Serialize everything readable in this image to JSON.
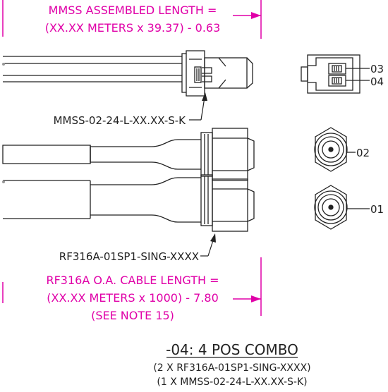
{
  "colors": {
    "dimension": "#e000a8",
    "line": "#222222",
    "background": "#ffffff"
  },
  "labels": {
    "mmss_length_line1": "MMSS ASSEMBLED LENGTH =",
    "mmss_length_line2": "(XX.XX METERS x 39.37) - 0.63",
    "mmss_part": "MMSS-02-24-L-XX.XX-S-K",
    "rf_part": "RF316A-01SP1-SING-XXXX",
    "rf_length_line1": "RF316A O.A. CABLE LENGTH =",
    "rf_length_line2": "(XX.XX METERS x 1000) - 7.80",
    "rf_length_note": "(SEE NOTE 15)",
    "pin_03": "03",
    "pin_04": "04",
    "pin_02": "02",
    "pin_01": "01",
    "combo_title": "-04: 4 POS COMBO",
    "combo_line1": "(2 X RF316A-01SP1-SING-XXXX)",
    "combo_line2": "(1 X MMSS-02-24-L-XX.XX-S-K)"
  }
}
